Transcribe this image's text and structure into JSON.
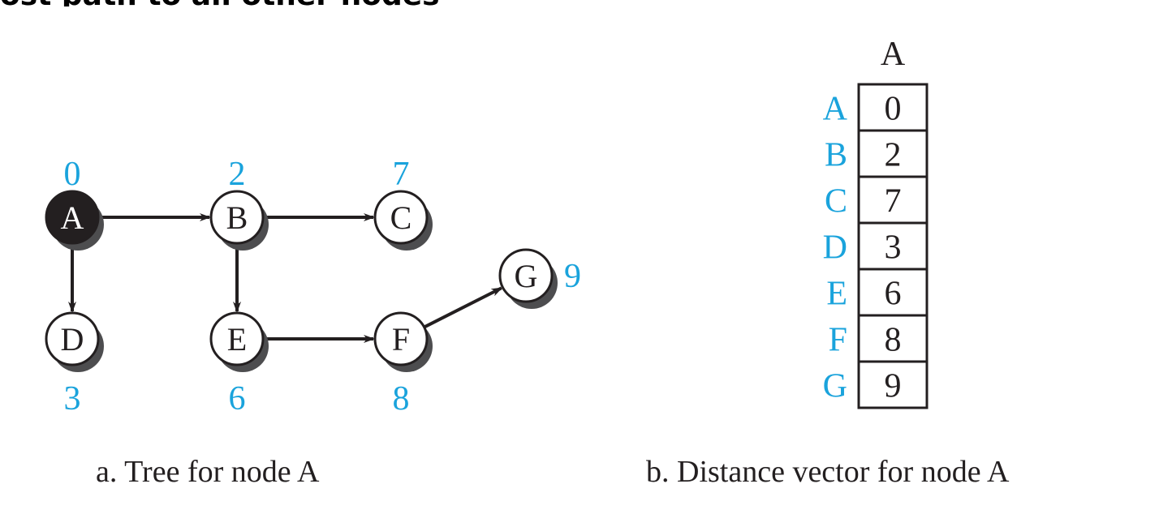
{
  "header_text_cut": "ost path to all other nodes",
  "tree": {
    "nodes": [
      {
        "id": "A",
        "label": "A",
        "cost": "0",
        "root": true
      },
      {
        "id": "B",
        "label": "B",
        "cost": "2",
        "root": false
      },
      {
        "id": "C",
        "label": "C",
        "cost": "7",
        "root": false
      },
      {
        "id": "D",
        "label": "D",
        "cost": "3",
        "root": false
      },
      {
        "id": "E",
        "label": "E",
        "cost": "6",
        "root": false
      },
      {
        "id": "F",
        "label": "F",
        "cost": "8",
        "root": false
      },
      {
        "id": "G",
        "label": "G",
        "cost": "9",
        "root": false
      }
    ],
    "edges": [
      {
        "from": "A",
        "to": "B"
      },
      {
        "from": "B",
        "to": "C"
      },
      {
        "from": "A",
        "to": "D"
      },
      {
        "from": "B",
        "to": "E"
      },
      {
        "from": "E",
        "to": "F"
      },
      {
        "from": "F",
        "to": "G"
      }
    ],
    "caption": "a. Tree for node A"
  },
  "vector": {
    "header": "A",
    "rows": [
      {
        "label": "A",
        "value": "0"
      },
      {
        "label": "B",
        "value": "2"
      },
      {
        "label": "C",
        "value": "7"
      },
      {
        "label": "D",
        "value": "3"
      },
      {
        "label": "E",
        "value": "6"
      },
      {
        "label": "F",
        "value": "8"
      },
      {
        "label": "G",
        "value": "9"
      }
    ],
    "caption": "b. Distance vector for node A"
  },
  "colors": {
    "cost_blue": "#1aa3dc",
    "ink": "#231f20",
    "shadow": "#4d4d4f",
    "root_fill": "#231f20"
  }
}
